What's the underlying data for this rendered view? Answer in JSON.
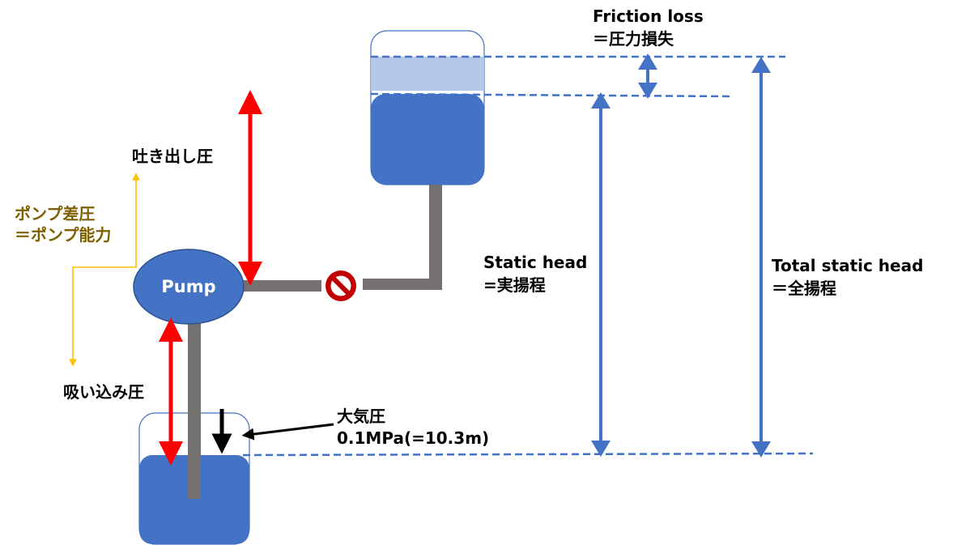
{
  "colors": {
    "water": "#4472c4",
    "water_light": "#b4c7e7",
    "dimension_line": "#4472c4",
    "pipe": "#767171",
    "pressure_arrow": "#ff0000",
    "pump_diff_line": "#ffc000",
    "pump_diff_text": "#7f6000",
    "atmosphere_arrow": "#000000",
    "valve": "#c00000"
  },
  "icons": {
    "valve": "no-entry-icon"
  },
  "labels": {
    "pump": "Pump",
    "discharge_pressure": "吐き出し圧",
    "suction_pressure": "吸い込み圧",
    "pump_differential_line1": "ポンプ差圧",
    "pump_differential_line2": "＝ポンプ能力",
    "atmospheric_line1": "大気圧",
    "atmospheric_line2": "0.1MPa(=10.3m)",
    "friction_line1": "Friction loss",
    "friction_line2": "＝圧力損失",
    "static_line1": "Static head",
    "static_line2": "=実揚程",
    "total_line1": "Total static head",
    "total_line2": "＝全揚程"
  }
}
